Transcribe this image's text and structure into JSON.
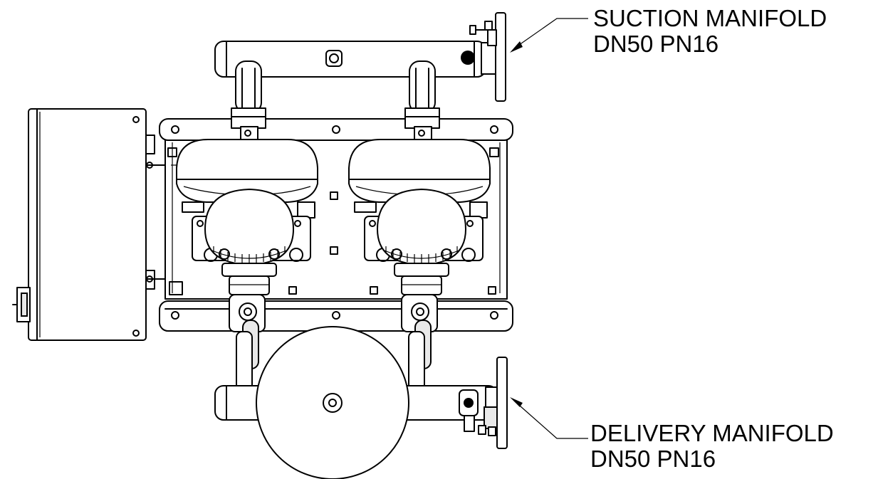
{
  "callouts": {
    "suction": {
      "line1": "SUCTION MANIFOLD",
      "line2": "DN50 PN16"
    },
    "delivery": {
      "line1": "DELIVERY MANIFOLD",
      "line2": "DN50 PN16"
    }
  },
  "colors": {
    "line": "#000000",
    "background": "#ffffff"
  }
}
